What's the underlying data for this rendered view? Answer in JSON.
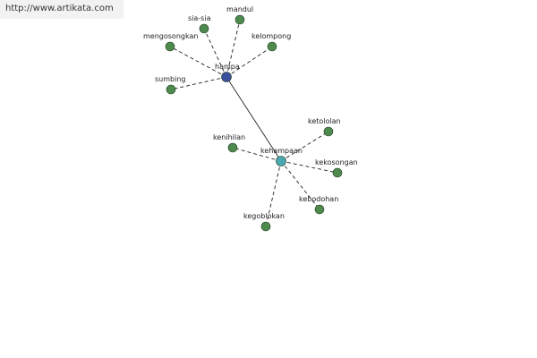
{
  "watermark": {
    "url": "http://www.artikata.com"
  },
  "colors": {
    "root": "#3b4f9c",
    "hub": "#4aa8b0",
    "leaf": "#4e8a4e",
    "edge": "#222222"
  },
  "graph": {
    "root": "hampa",
    "nodes": [
      {
        "id": "hampa",
        "label": "hampa",
        "kind": "root"
      },
      {
        "id": "kehampaan",
        "label": "kehampaan",
        "kind": "hub"
      },
      {
        "id": "sia-sia",
        "label": "sia-sia",
        "kind": "leaf"
      },
      {
        "id": "mandul",
        "label": "mandul",
        "kind": "leaf"
      },
      {
        "id": "mengosongkan",
        "label": "mengosongkan",
        "kind": "leaf"
      },
      {
        "id": "kelompong",
        "label": "kelompong",
        "kind": "leaf"
      },
      {
        "id": "sumbing",
        "label": "sumbing",
        "kind": "leaf"
      },
      {
        "id": "ketololan",
        "label": "ketololan",
        "kind": "leaf"
      },
      {
        "id": "kenihilan",
        "label": "kenihilan",
        "kind": "leaf"
      },
      {
        "id": "kekosongan",
        "label": "kekosongan",
        "kind": "leaf"
      },
      {
        "id": "kebodohan",
        "label": "kebodohan",
        "kind": "leaf"
      },
      {
        "id": "kegoblokan",
        "label": "kegoblokan",
        "kind": "leaf"
      }
    ],
    "edges": [
      {
        "from": "hampa",
        "to": "kehampaan",
        "style": "solid"
      },
      {
        "from": "hampa",
        "to": "sia-sia",
        "style": "dashed"
      },
      {
        "from": "hampa",
        "to": "mandul",
        "style": "dashed"
      },
      {
        "from": "hampa",
        "to": "mengosongkan",
        "style": "dashed"
      },
      {
        "from": "hampa",
        "to": "kelompong",
        "style": "dashed"
      },
      {
        "from": "hampa",
        "to": "sumbing",
        "style": "dashed"
      },
      {
        "from": "kehampaan",
        "to": "ketololan",
        "style": "dashed"
      },
      {
        "from": "kehampaan",
        "to": "kenihilan",
        "style": "dashed"
      },
      {
        "from": "kehampaan",
        "to": "kekosongan",
        "style": "dashed"
      },
      {
        "from": "kehampaan",
        "to": "kebodohan",
        "style": "dashed"
      },
      {
        "from": "kehampaan",
        "to": "kegoblokan",
        "style": "dashed"
      }
    ]
  }
}
